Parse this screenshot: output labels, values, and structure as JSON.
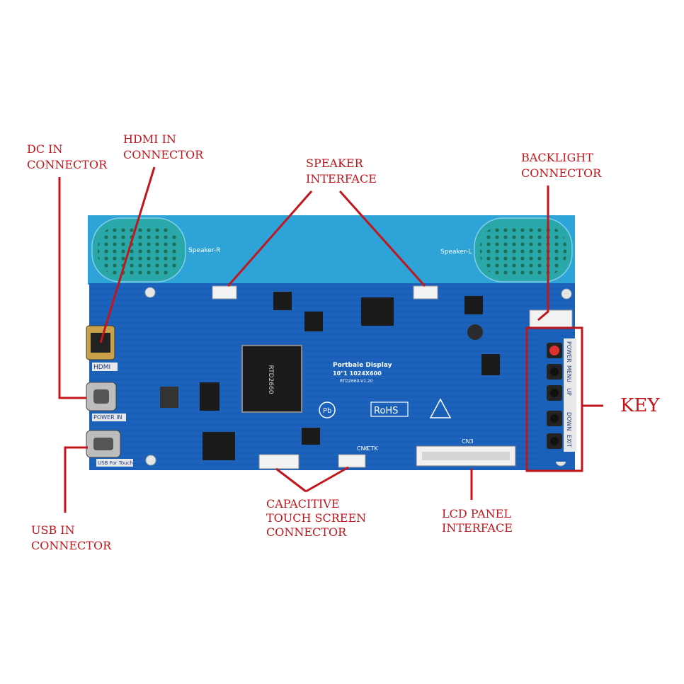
{
  "labels": {
    "dc_in": "DC IN\nCONNECTOR",
    "hdmi_in": "HDMI IN\nCONNECTOR",
    "speaker": "SPEAKER\nINTERFACE",
    "backlight": "BACKLIGHT\nCONNECTOR",
    "key": "KEY",
    "usb_in": "USB IN\nCONNECTOR",
    "touch": "CAPACITIVE\nTOUCH SCREEN\nCONNECTOR",
    "lcd": "LCD PANEL\nINTERFACE"
  },
  "board": {
    "speaker_r": "Speaker-R",
    "speaker_l": "Speaker-L",
    "product_title": "Portbale Display",
    "product_spec": "10\"1  1024X600",
    "product_version": "RTD2660-V1.20",
    "chip_text": "RTD2660",
    "rohs": "RoHS",
    "pb": "Pb",
    "hdmi_silk": "HDMI",
    "power_in_silk": "POWER IN",
    "usb_silk": "USB For Touch",
    "cn6": "CN6",
    "ctk": "CTK",
    "cn3": "CN3",
    "keys": [
      "POWER",
      "MENU",
      "UP",
      "DOWN",
      "EXIT"
    ]
  },
  "colors": {
    "callout": "#c0161c",
    "pcb_blue": "#1a5fb8",
    "pcb_light": "#2ea3d8"
  }
}
